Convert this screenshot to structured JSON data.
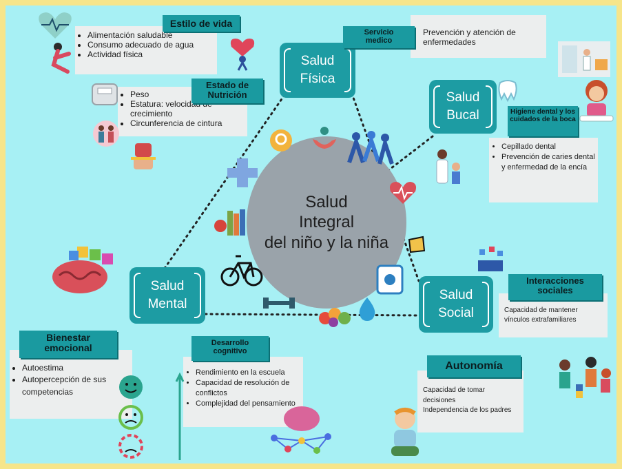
{
  "center": {
    "line1": "Salud",
    "line2": "Integral",
    "line3": "del niño y la niña"
  },
  "hubs": {
    "fisica": {
      "line1": "Salud",
      "line2": "Física"
    },
    "bucal": {
      "line1": "Salud",
      "line2": "Bucal"
    },
    "social": {
      "line1": "Salud",
      "line2": "Social"
    },
    "mental": {
      "line1": "Salud",
      "line2": "Mental"
    }
  },
  "estilo_vida": {
    "title": "Estilo de vida",
    "items": [
      "Alimentación saludable",
      "Consumo adecuado de agua",
      "Actividad física"
    ]
  },
  "nutricion": {
    "title_line1": "Estado de",
    "title_line2": "Nutrición",
    "items": [
      "Peso",
      "Estatura: velocidad de crecimiento",
      "Circunferencia de cintura"
    ]
  },
  "servicio": {
    "title_line1": "Servicio",
    "title_line2": "medico",
    "items": [
      "Prevención y atención de enfermedades"
    ]
  },
  "higiene": {
    "title": "Higiene dental y los cuidados de la boca",
    "items": [
      "Cepillado dental",
      "Prevención de caries dental y enfermedad de la encía"
    ]
  },
  "interacciones": {
    "title_line1": "Interacciones",
    "title_line2": "sociales",
    "text": "Capacidad de mantener vínculos extrafamiliares"
  },
  "autonomia": {
    "title": "Autonomía",
    "line1": "Capacidad de tomar decisiones",
    "line2": "Independencia de los padres"
  },
  "bienestar": {
    "title_line1": "Bienestar",
    "title_line2": "emocional",
    "items": [
      "Autoestima",
      "Autopercepción de sus competencias"
    ]
  },
  "cognitivo": {
    "title_line1": "Desarrollo",
    "title_line2": "cognitivo",
    "items": [
      "Rendimiento en la escuela",
      "Capacidad de resolución de conflictos",
      "Complejidad del pensamiento"
    ]
  },
  "colors": {
    "background": "#a7f0f4",
    "frame": "#f6e58a",
    "hub": "#1d9ca3",
    "center": "#9aa3aa",
    "label_box": "#eceeee"
  },
  "icons": [
    "heart-monitor-icon",
    "yoga-person-icon",
    "heart-dumbbell-icon",
    "scale-icon",
    "family-icon",
    "waist-measure-icon",
    "doctor-clinic-icon",
    "tooth-icon",
    "brushing-girl-icon",
    "dentist-icon",
    "head-gears-icon",
    "hands-care-icon",
    "people-circle-icon",
    "heart-pulse-icon",
    "medical-cross-icon",
    "books-apple-icon",
    "bicycle-icon",
    "dumbbell-icon",
    "fruit-vegetables-icon",
    "water-drop-icon",
    "scale-tablet-icon",
    "puzzle-brain-icon",
    "social-network-icon",
    "kids-playing-icon",
    "emoji-scale-icon",
    "brain-network-icon",
    "toddler-toy-icon"
  ]
}
